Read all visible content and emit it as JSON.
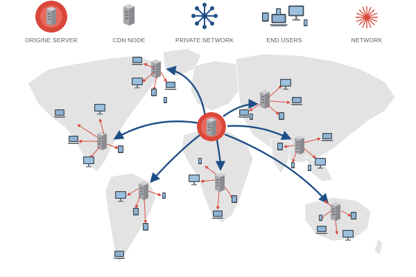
{
  "legend": {
    "origin_server": "ORIGINE SERVER",
    "cdn_node": "CDN NODE",
    "private_network": "PRIVATE NETWORK",
    "end_users": "END USERS",
    "network": "NETWORK"
  },
  "colors": {
    "origin_red": "#d9473a",
    "private_network_blue": "#1f4f86",
    "network_red": "#d9473a",
    "continent_gray": "#e3e3e3",
    "server_gray": "#a5a7ab",
    "label_gray": "#555d66"
  },
  "icons": [
    "origin-server-icon",
    "cdn-node-icon",
    "private-network-icon",
    "end-users-icon",
    "network-icon"
  ]
}
